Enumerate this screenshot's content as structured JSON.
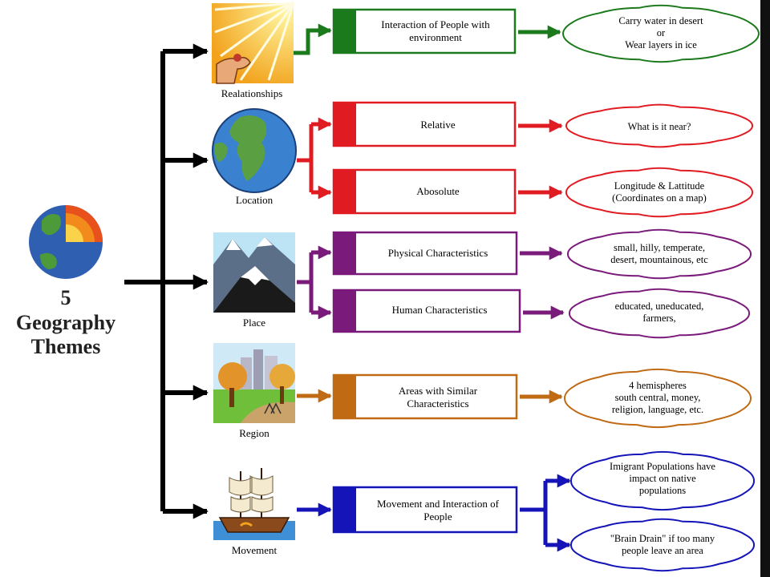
{
  "title": {
    "number": "5",
    "line1": "Geography",
    "line2": "Themes"
  },
  "themes": {
    "relationships": {
      "label": "Realationships",
      "color": "#1b7a1b",
      "box": {
        "line1": "Interaction of People with",
        "line2": "environment"
      },
      "cloud": {
        "line1": "Carry water in desert",
        "line2": "or",
        "line3": "Wear layers in ice"
      }
    },
    "location": {
      "label": "Location",
      "color": "#e11b22",
      "relative": {
        "box": "Relative",
        "cloud": "What is it near?"
      },
      "absolute": {
        "box": "Abosolute",
        "cloud_line1": "Longitude & Lattitude",
        "cloud_line2": "(Coordinates on a map)"
      }
    },
    "place": {
      "label": "Place",
      "color": "#7a1a7a",
      "physical": {
        "box": "Physical Characteristics",
        "cloud_line1": "small, hilly, temperate,",
        "cloud_line2": "desert, mountainous, etc"
      },
      "human": {
        "box": "Human Characteristics",
        "cloud_line1": "educated, uneducated,",
        "cloud_line2": "farmers,"
      }
    },
    "region": {
      "label": "Region",
      "color": "#c06a14",
      "box": {
        "line1": "Areas with Similar",
        "line2": "Characteristics"
      },
      "cloud": {
        "line1": "4 hemispheres",
        "line2": "south central, money,",
        "line3": "religion, language, etc."
      }
    },
    "movement": {
      "label": "Movement",
      "color": "#1414b8",
      "box": {
        "line1": "Movement and Interaction of",
        "line2": "People"
      },
      "cloud1": {
        "line1": "Imigrant Populations have",
        "line2": "impact on native",
        "line3": "populations"
      },
      "cloud2": {
        "line1": "\"Brain Drain\" if too many",
        "line2": "people leave an area"
      }
    }
  },
  "colors": {
    "trunk": "#000000",
    "accent_box_fill": "#ffffff",
    "background": "#ffffff"
  },
  "icons": [
    "earth-cutaway-icon",
    "sun-hand-icon",
    "globe-icon",
    "mountain-icon",
    "city-park-icon",
    "sailing-ship-icon"
  ]
}
